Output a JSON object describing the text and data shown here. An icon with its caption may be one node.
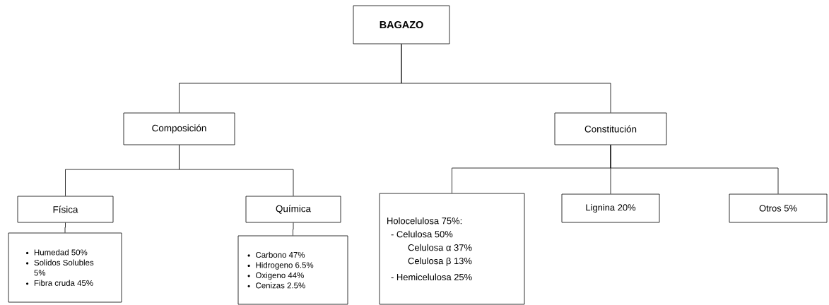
{
  "diagram": {
    "nodes": [
      {
        "text": [
          "BAGAZO"
        ]
      },
      {
        "text": [
          "Composición"
        ]
      },
      {
        "text": [
          "Constitución"
        ]
      },
      {
        "text": [
          "Física"
        ]
      },
      {
        "text": [
          "Química"
        ]
      },
      {
        "text": [
          "Humedad 50%",
          "Solidos Solubles 5%",
          "Fibra cruda 45%"
        ]
      },
      {
        "text": [
          "Carbono 47%",
          "Hidrogeno 6.5%",
          "Oxigeno 44%",
          "Cenizas 2.5%"
        ]
      },
      {
        "text": [
          "Holocelulosa 75%:",
          "- Celulosa 50%",
          "Celulosa α 37%",
          "Celulosa β 13%",
          "- Hemicelulosa 25%"
        ]
      },
      {
        "text": [
          "Lignina 20%"
        ]
      },
      {
        "text": [
          "Otros 5%"
        ]
      }
    ],
    "edges": [
      {
        "from": 0,
        "to": 1,
        "arrow": "none"
      },
      {
        "from": 0,
        "to": 2,
        "arrow": "none"
      },
      {
        "from": 1,
        "to": 3,
        "arrow": "none"
      },
      {
        "from": 1,
        "to": 4,
        "arrow": "none"
      },
      {
        "from": 3,
        "to": 5,
        "arrow": "none"
      },
      {
        "from": 4,
        "to": 6,
        "arrow": "none"
      },
      {
        "from": 2,
        "to": 7,
        "arrow": "none"
      },
      {
        "from": 2,
        "to": 8,
        "arrow": "none"
      },
      {
        "from": 2,
        "to": 9,
        "arrow": "none"
      }
    ]
  }
}
